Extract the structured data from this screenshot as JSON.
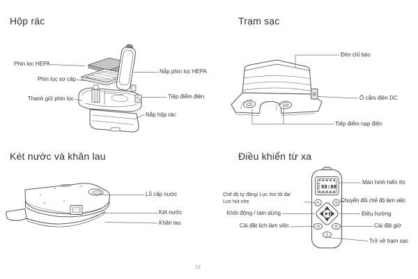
{
  "page": {
    "number": "12"
  },
  "dust_box": {
    "title": "Hộp rác",
    "labels": {
      "hepa_filter": "Phin lọc HEPA",
      "primary_filter": "Phin lọc sơ cấp",
      "filter_holder": "Thanh giữ phin lọc",
      "hepa_cover": "Nắp phin lọc HEPA",
      "electric_contact": "Tiếp điểm điện",
      "dust_box_lid": "Nắp hộp rác"
    }
  },
  "charging_dock": {
    "title": "Trạm sạc",
    "labels": {
      "indicator_light": "Đèn chỉ báo",
      "dc_socket": "Ổ cắm điện DC",
      "charging_contacts": "Tiếp điểm nạp điện"
    }
  },
  "water_tank": {
    "title": "Két nước và khăn lau",
    "labels": {
      "water_inlet": "Lỗ cấp nước",
      "tank": "Két nước",
      "mop_cloth": "Khăn lau"
    }
  },
  "remote": {
    "title": "Điều khiển từ xa",
    "display_time": "88:88",
    "labels": {
      "auto_mode_line1": "Chế độ tự động/ Lực hút tối đa/",
      "auto_mode_line2": "Lực hút nhẹ",
      "start_pause": "Khởi động / tạm dừng",
      "schedule": "Cài đặt lịch làm việc",
      "display": "Màn hình hiển thị",
      "mode_switch": "Chuyển đổi chế độ làm việc",
      "navigation": "Điều hướng",
      "time_setting": "Cài đặt giờ",
      "return_to_dock": "Trở về trạm sạc"
    }
  }
}
